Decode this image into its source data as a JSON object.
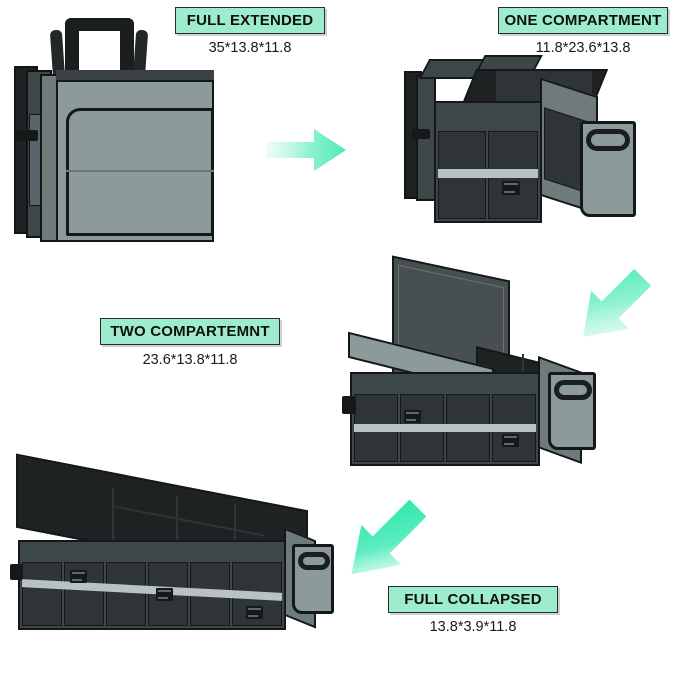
{
  "page": {
    "background_color": "#ffffff",
    "label_color": "#9ceccd",
    "arrow_color": "#3bebb0",
    "product": "collapsible trunk organizer",
    "fabric_colors": {
      "body_light_gray": "#8d9a9a",
      "body_dark_gray": "#3e4748",
      "trim_black": "#14181a",
      "reflective_stripe": "#b9c2c2"
    }
  },
  "stages": [
    {
      "id": "full-extended",
      "label": "FULL EXTENDED",
      "dimensions": "35*13.8*11.8"
    },
    {
      "id": "one-compartment",
      "label": "ONE COMPARTMENT",
      "dimensions": "11.8*23.6*13.8"
    },
    {
      "id": "two-compartment",
      "label": "TWO COMPARTEMNT",
      "dimensions": "23.6*13.8*11.8"
    },
    {
      "id": "full-collapsed",
      "label": "FULL COLLAPSED",
      "dimensions": "13.8*3.9*11.8"
    }
  ],
  "arrows": [
    {
      "id": "arrow-1",
      "direction": "right",
      "from": "full-extended",
      "to": "one-compartment"
    },
    {
      "id": "arrow-2",
      "direction": "down-left",
      "from": "one-compartment",
      "to": "two-compartment"
    },
    {
      "id": "arrow-3",
      "direction": "down-left",
      "from": "two-compartment",
      "to": "full-collapsed"
    }
  ]
}
